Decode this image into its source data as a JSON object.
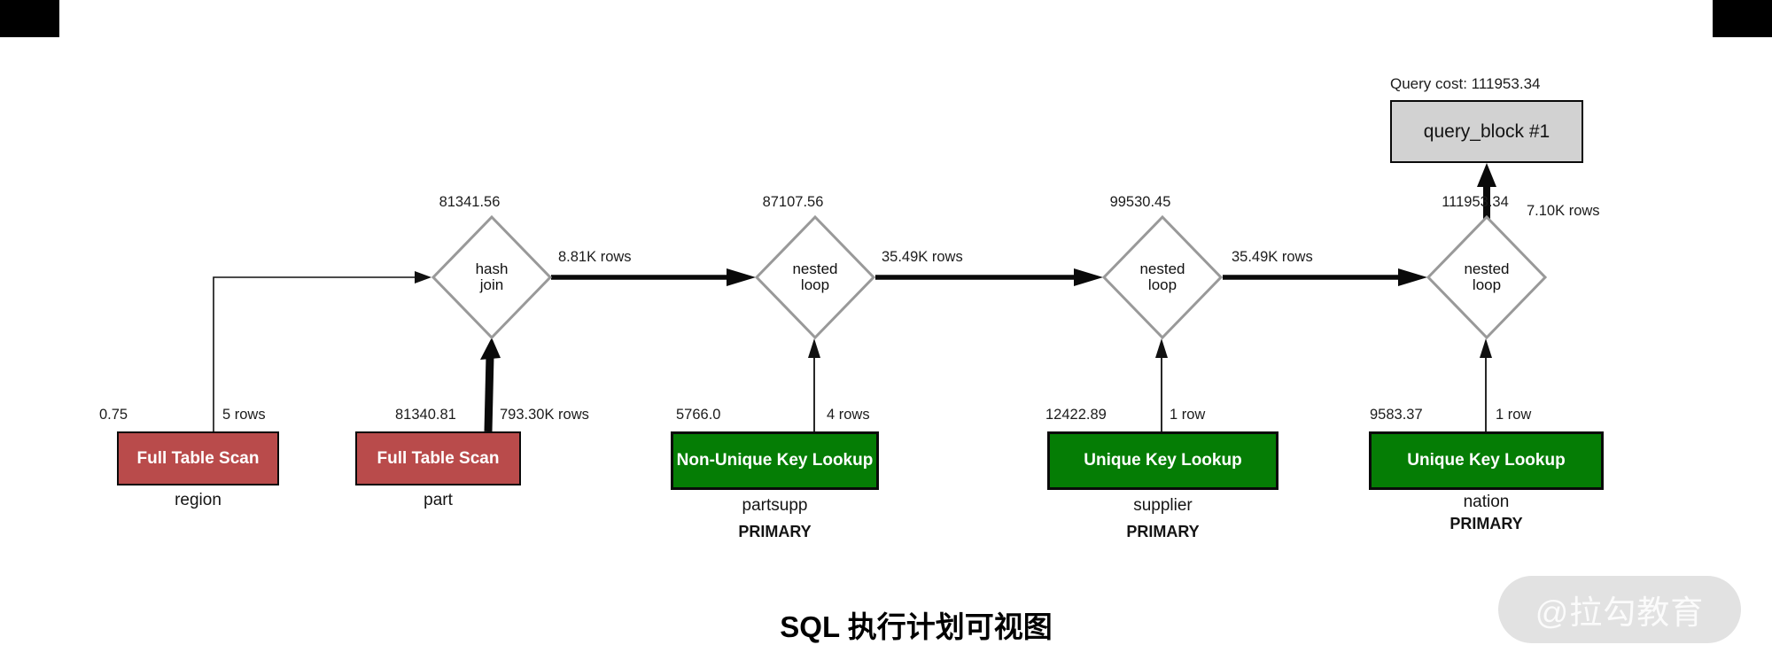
{
  "query_block": {
    "cost_label": "Query cost: 111953.34",
    "label": "query_block #1"
  },
  "diamonds": [
    {
      "label_line1": "hash",
      "label_line2": "join",
      "cost": "81341.56"
    },
    {
      "label_line1": "nested",
      "label_line2": "loop",
      "cost": "87107.56"
    },
    {
      "label_line1": "nested",
      "label_line2": "loop",
      "cost": "99530.45"
    },
    {
      "label_line1": "nested",
      "label_line2": "loop",
      "cost": "111953.34"
    }
  ],
  "edge_rows": {
    "hash_to_nested1": "8.81K rows",
    "nested1_to_nested2": "35.49K rows",
    "nested2_to_nested3": "35.49K rows",
    "nested3_to_query_block": "7.10K rows"
  },
  "tables": [
    {
      "operation": "Full Table Scan",
      "table": "region",
      "cost": "0.75",
      "rows": "5 rows"
    },
    {
      "operation": "Full Table Scan",
      "table": "part",
      "cost": "81340.81",
      "rows": "793.30K rows"
    },
    {
      "operation": "Non-Unique Key Lookup",
      "table": "partsupp",
      "cost": "5766.0",
      "rows": "4 rows",
      "index": "PRIMARY"
    },
    {
      "operation": "Unique Key Lookup",
      "table": "supplier",
      "cost": "12422.89",
      "rows": "1 row",
      "index": "PRIMARY"
    },
    {
      "operation": "Unique Key Lookup",
      "table": "nation",
      "cost": "9583.37",
      "rows": "1 row",
      "index": "PRIMARY"
    }
  ],
  "caption": "SQL 执行计划可视图",
  "watermark": "@拉勾教育",
  "colors": {
    "full_table_scan_red": "#b94b4b",
    "key_lookup_green": "#057d05",
    "query_block_gray": "#d2d2d2",
    "diamond_border_gray": "#999999",
    "watermark_gray": "#e2e2e2"
  }
}
